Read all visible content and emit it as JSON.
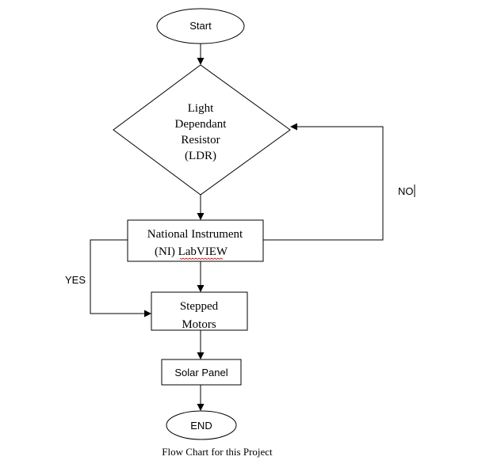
{
  "diagram": {
    "start_label": "Start",
    "decision_lines": [
      "Light",
      "Dependant",
      "Resistor",
      "(LDR)"
    ],
    "ni_line1": "National Instrument",
    "ni_line2_prefix": "(NI) ",
    "ni_line2_word": "LabVIEW",
    "no_label": "NO",
    "yes_label": "YES",
    "motors_line1": "Stepped",
    "motors_line2": "Motors",
    "solar_label": "Solar Panel",
    "end_label": "END",
    "caption": "Flow Chart for this Project"
  },
  "colors": {
    "stroke": "#000000",
    "spellcheck_underline": "#d11a1a"
  }
}
